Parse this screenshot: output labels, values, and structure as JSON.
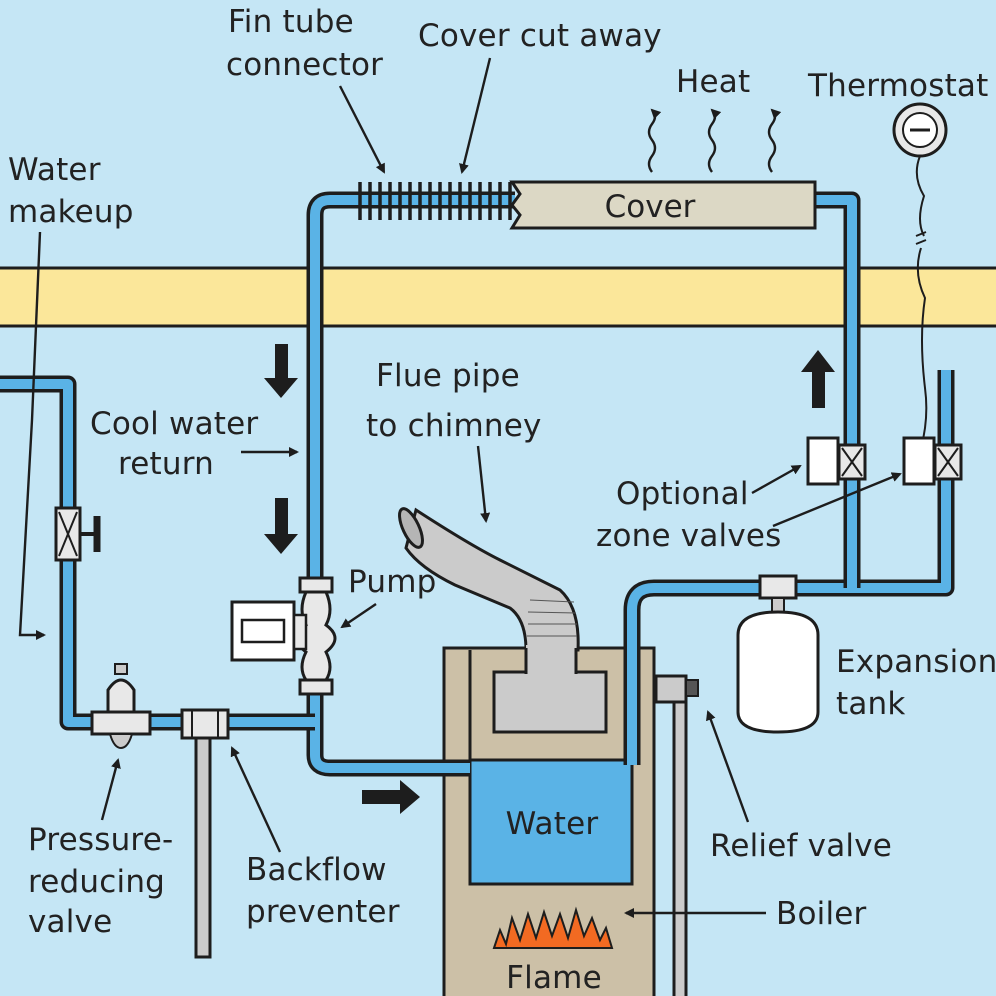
{
  "labels": {
    "fin_tube": [
      "Fin tube",
      "connector"
    ],
    "cover_cut": "Cover cut away",
    "heat": "Heat",
    "thermostat": "Thermostat",
    "cover": "Cover",
    "water_makeup": [
      "Water",
      "makeup"
    ],
    "flue": [
      "Flue pipe",
      "to chimney"
    ],
    "cool_water": [
      "Cool water",
      "return"
    ],
    "zone_valves": [
      "Optional",
      "zone valves"
    ],
    "pump": "Pump",
    "expansion": [
      "Expansion",
      "tank"
    ],
    "water": "Water",
    "relief": "Relief valve",
    "boiler": "Boiler",
    "flame": "Flame",
    "pressure": [
      "Pressure-",
      "reducing",
      "valve"
    ],
    "backflow": [
      "Backflow",
      "preventer"
    ]
  },
  "colors": {
    "background": "#c5e6f5",
    "floor_beam": "#fbe79a",
    "pipe": "#5ab3e6",
    "boiler": "#ccc0a7",
    "water": "#5ab3e6",
    "flame": "#f26a22",
    "cover": "#dcd8c5",
    "flue": "#cbcbcb"
  }
}
